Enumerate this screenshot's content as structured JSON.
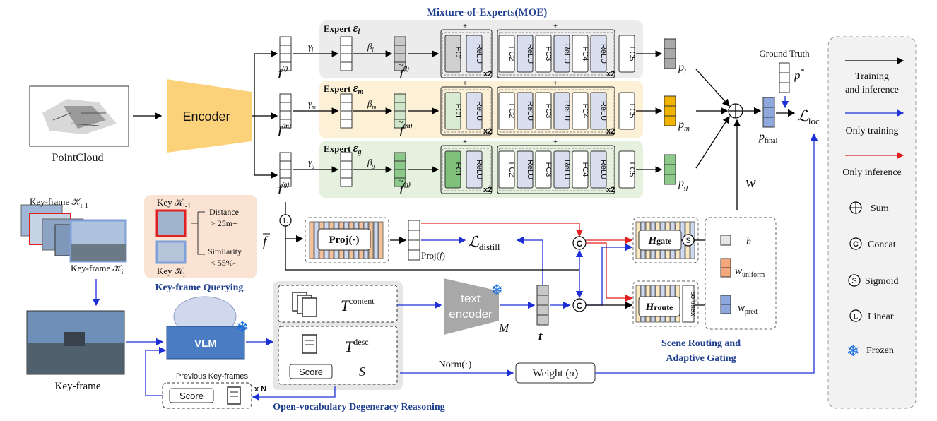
{
  "title": "Mixture-of-Experts(MOE)",
  "input_label": "PointCloud",
  "encoder_label": "Encoder",
  "experts": [
    {
      "name": "Expert ",
      "sym": "ε",
      "sub": "l",
      "feat": "f",
      "feat_sup": "(l)",
      "gamma": "γ",
      "gamma_sub": "l",
      "beta": "β",
      "beta_sub": "l",
      "out": "p",
      "out_sub": "l",
      "bg": "#ececec",
      "fc1": "#cfcfcf",
      "box": "#c8c8c8",
      "pbox": "#a9a9a9"
    },
    {
      "name": "Expert ",
      "sym": "ε",
      "sub": "m",
      "feat": "f",
      "feat_sup": "(m)",
      "gamma": "γ",
      "gamma_sub": "m",
      "beta": "β",
      "beta_sub": "m",
      "out": "p",
      "out_sub": "m",
      "bg": "#fcf1d6",
      "fc1": "#d9ecd3",
      "box": "#cfe6c8",
      "pbox": "#f0b400"
    },
    {
      "name": "Expert ",
      "sym": "ε",
      "sub": "g",
      "feat": "f",
      "feat_sup": "(g)",
      "gamma": "γ",
      "gamma_sub": "g",
      "beta": "β",
      "beta_sub": "g",
      "out": "p",
      "out_sub": "g",
      "bg": "#e6f0df",
      "fc1": "#7fc07a",
      "box": "#8dc98a",
      "pbox": "#8dc98a"
    }
  ],
  "layers": {
    "fc1": "FC1",
    "relu": "ReLU",
    "fc2": "FC2",
    "fc3": "FC3",
    "fc4": "FC4",
    "fc5": "FC5",
    "times": "x2",
    "plus": "+"
  },
  "ground_truth": "Ground Truth",
  "p_star": "p",
  "p_star_sup": "*",
  "p_final": "p",
  "p_final_sub": "final",
  "loss_loc": "ℒ",
  "loss_loc_sub": "loc",
  "w_label": "w",
  "keyframes": {
    "prev_label": "Key-frame 𝒦",
    "prev_sub": "i-1",
    "cur_label": "Key-frame 𝒦",
    "cur_sub": "i",
    "bottom_label": "Key-frame"
  },
  "query": {
    "key1": "Key 𝒦",
    "key1_sub": "i-1",
    "key2": "Key 𝒦",
    "key2_sub": "i",
    "distance": "Distance",
    "distance_val": "> 25m+",
    "similarity": "Similarity",
    "similarity_val": "< 55%-",
    "title": "Key-frame Querying"
  },
  "linear_sym": "L",
  "fbar": "f",
  "proj_label": "Proj(·)",
  "proj_out": "Proj(",
  "proj_out_f": "f",
  "proj_out_close": ")",
  "loss_distill": "ℒ",
  "loss_distill_sub": "distill",
  "concat_sym": "C",
  "sigmoid_sym": "S",
  "hgate": "H",
  "hgate_sub": "gate",
  "hroute": "H",
  "hroute_sub": "route",
  "softmax": "softmax",
  "h_label": "h",
  "w_uniform": "w",
  "w_uniform_sub": "uniform",
  "w_pred": "w",
  "w_pred_sub": "pred",
  "routing_title_1": "Scene Routing and",
  "routing_title_2": "Adaptive Gating",
  "vlm": "VLM",
  "t_content": "T",
  "t_content_sup": "content",
  "t_desc": "T",
  "t_desc_sup": "desc",
  "score": "Score",
  "s_label": "S",
  "text_encoder_1": "text",
  "text_encoder_2": "encoder",
  "m_label": "M",
  "t_vec": "t",
  "norm": "Norm(·)",
  "weight": "Weight (",
  "alpha": "α",
  "weight_close": ")",
  "prev_keyframes": "Previous Key-frames",
  "xn": "x N",
  "reasoning_title": "Open-vocabulary Degeneracy Reasoning",
  "legend": {
    "training_1": "Training",
    "training_2": "and inference",
    "only_training": "Only training",
    "only_inference": "Only inference",
    "sum": "Sum",
    "concat": "Concat",
    "sigmoid": "Sigmoid",
    "linear": "Linear",
    "frozen": "Frozen",
    "black": "#000000",
    "blue": "#1d2fd6",
    "red": "#e02020"
  },
  "colors": {
    "title_blue": "#1f3f8f",
    "frozen": "#1a6fe0",
    "proj_orange": "#f3c29a",
    "gate_fill": "#ececec",
    "uniform_fill": "#f3a77a",
    "pred_fill": "#8ea7dc",
    "vlm_fill": "#4a7cc4",
    "encoder_fill": "#fbd27a"
  }
}
